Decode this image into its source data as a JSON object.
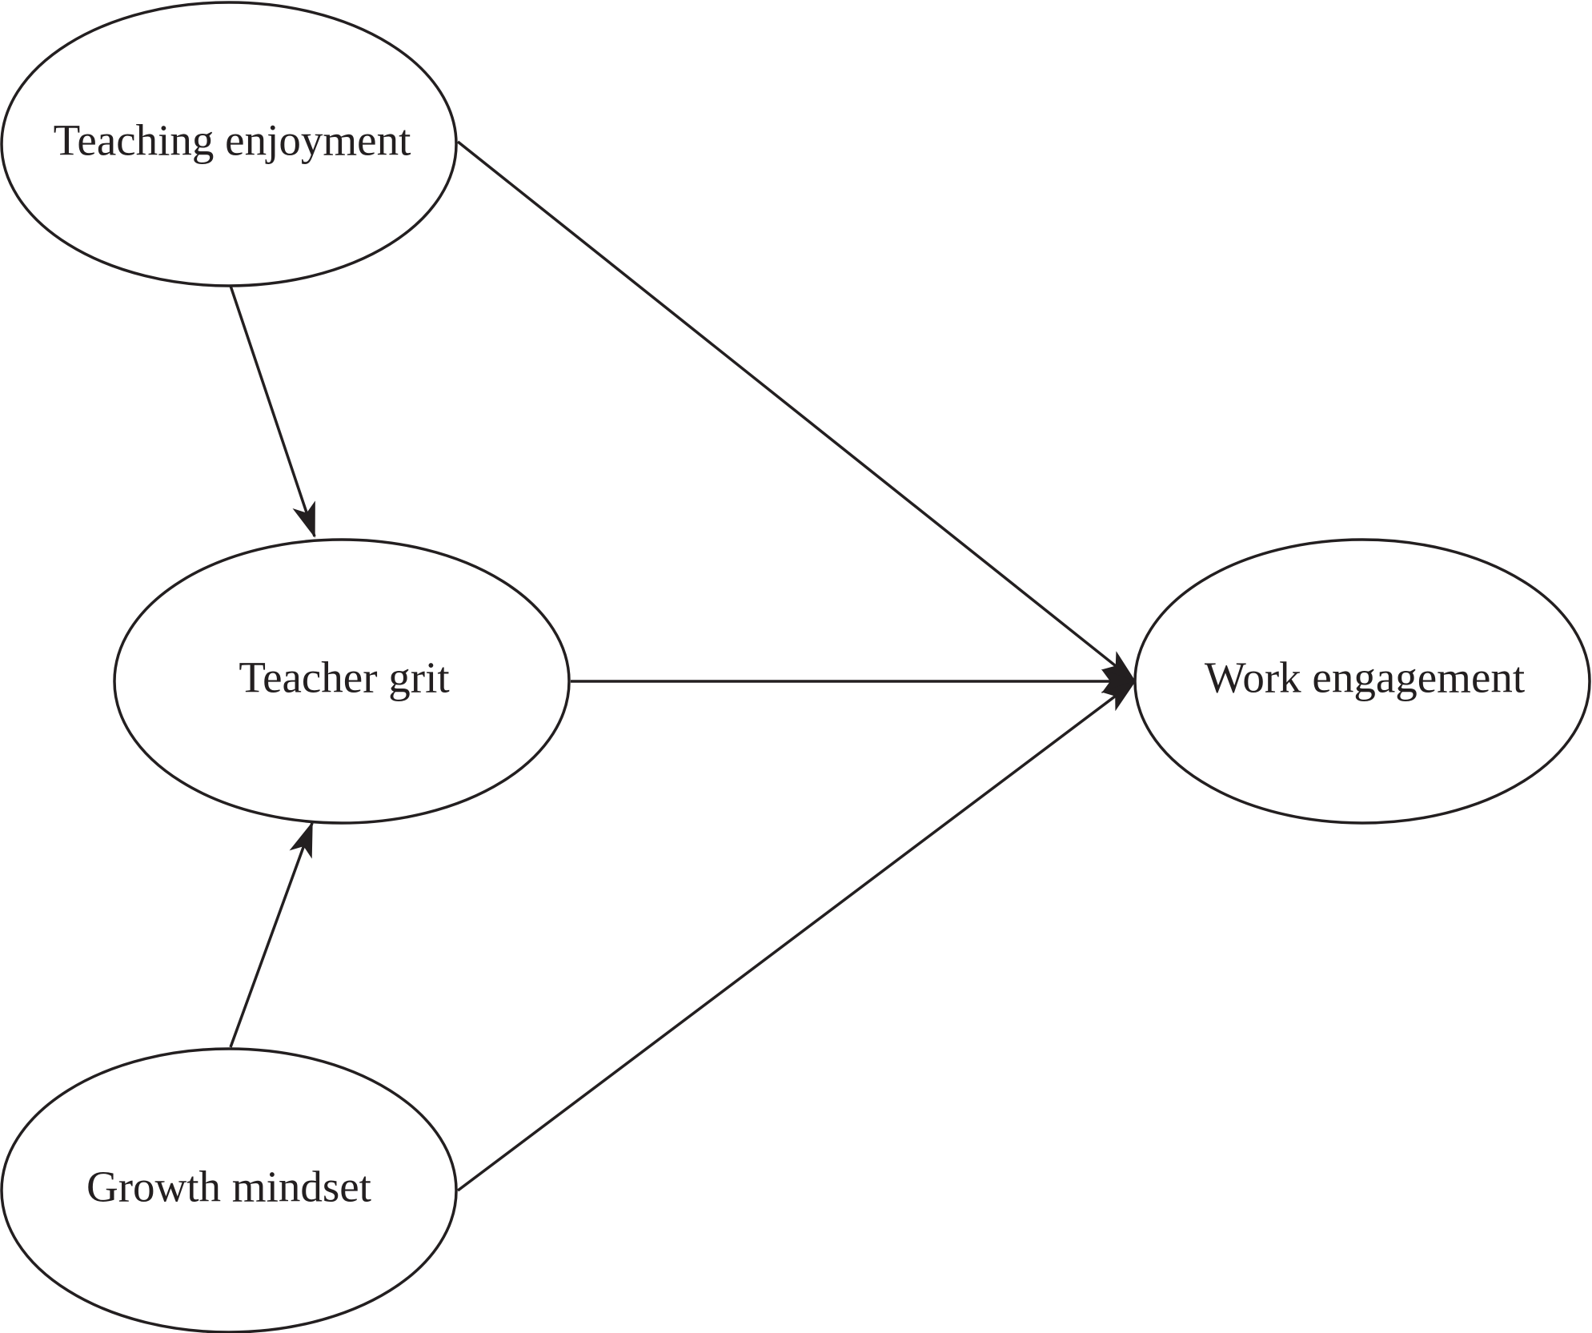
{
  "nodes": {
    "teaching_enjoyment": {
      "label": "Teaching enjoyment"
    },
    "teacher_grit": {
      "label": "Teacher grit"
    },
    "growth_mindset": {
      "label": "Growth mindset"
    },
    "work_engagement": {
      "label": "Work engagement"
    }
  },
  "edges": [
    {
      "from": "teaching_enjoyment",
      "to": "teacher_grit"
    },
    {
      "from": "teaching_enjoyment",
      "to": "work_engagement"
    },
    {
      "from": "teacher_grit",
      "to": "work_engagement"
    },
    {
      "from": "growth_mindset",
      "to": "teacher_grit"
    },
    {
      "from": "growth_mindset",
      "to": "work_engagement"
    }
  ],
  "colors": {
    "stroke": "#231f20",
    "background": "#ffffff"
  }
}
